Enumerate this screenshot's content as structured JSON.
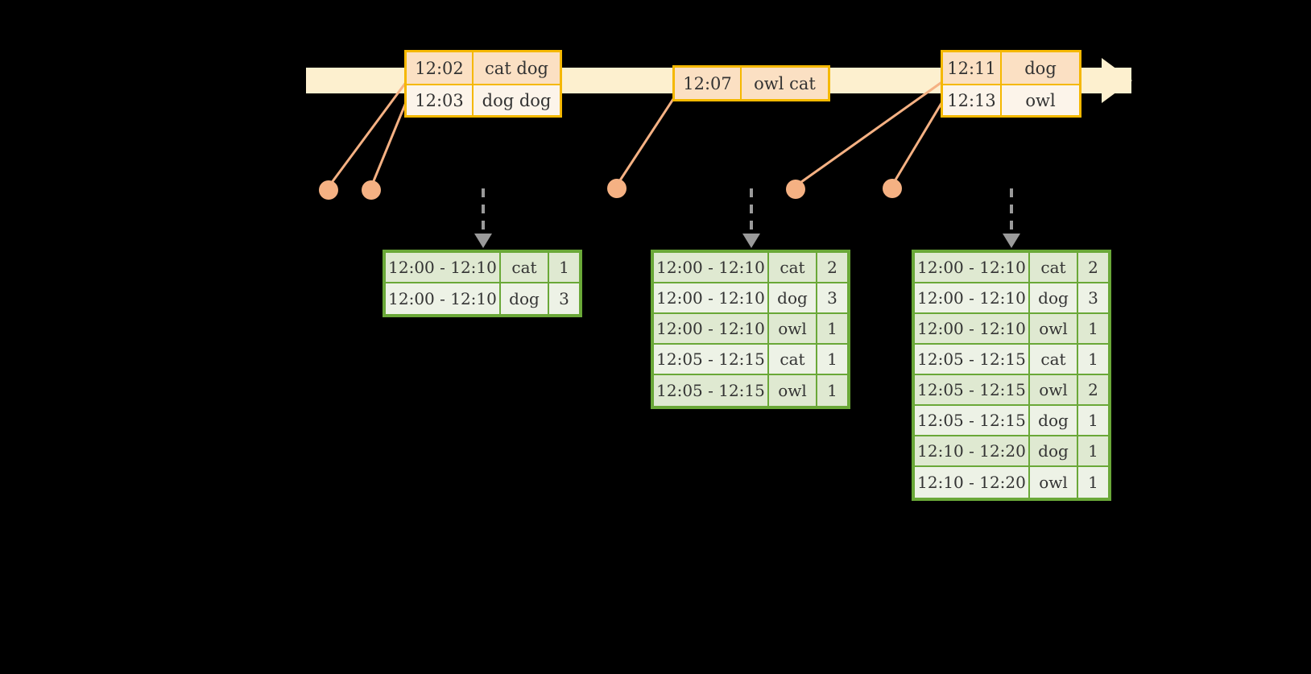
{
  "timeline": {
    "arrow_direction": "right",
    "events": [
      {
        "box_id": "event-box-1",
        "rows": [
          {
            "time": "12:02",
            "words": "cat dog"
          },
          {
            "time": "12:03",
            "words": "dog dog"
          }
        ]
      },
      {
        "box_id": "event-box-2",
        "rows": [
          {
            "time": "12:07",
            "words": "owl cat"
          }
        ]
      },
      {
        "box_id": "event-box-3",
        "rows": [
          {
            "time": "12:11",
            "words": "dog"
          },
          {
            "time": "12:13",
            "words": "owl"
          }
        ]
      }
    ]
  },
  "tables": [
    {
      "id": "table-1",
      "rows": [
        {
          "window": "12:00 - 12:10",
          "key": "cat",
          "count": "1"
        },
        {
          "window": "12:00 - 12:10",
          "key": "dog",
          "count": "3"
        }
      ]
    },
    {
      "id": "table-2",
      "rows": [
        {
          "window": "12:00 - 12:10",
          "key": "cat",
          "count": "2"
        },
        {
          "window": "12:00 - 12:10",
          "key": "dog",
          "count": "3"
        },
        {
          "window": "12:00 - 12:10",
          "key": "owl",
          "count": "1"
        },
        {
          "window": "12:05 - 12:15",
          "key": "cat",
          "count": "1"
        },
        {
          "window": "12:05 - 12:15",
          "key": "owl",
          "count": "1"
        }
      ]
    },
    {
      "id": "table-3",
      "rows": [
        {
          "window": "12:00 - 12:10",
          "key": "cat",
          "count": "2"
        },
        {
          "window": "12:00 - 12:10",
          "key": "dog",
          "count": "3"
        },
        {
          "window": "12:00 - 12:10",
          "key": "owl",
          "count": "1"
        },
        {
          "window": "12:05 - 12:15",
          "key": "cat",
          "count": "1"
        },
        {
          "window": "12:05 - 12:15",
          "key": "owl",
          "count": "2"
        },
        {
          "window": "12:05 - 12:15",
          "key": "dog",
          "count": "1"
        },
        {
          "window": "12:10 - 12:20",
          "key": "dog",
          "count": "1"
        },
        {
          "window": "12:10 - 12:20",
          "key": "owl",
          "count": "1"
        }
      ]
    }
  ],
  "colors": {
    "background": "#000000",
    "timeline_fill": "#fdf0cf",
    "event_border": "#f5b800",
    "event_fill": "#fbe0c3",
    "event_fill_alt": "#fcf4ea",
    "connector": "#f5b183",
    "table_border": "#6aa838",
    "table_fill": "#dfe9d1",
    "table_fill_alt": "#edf2e6",
    "arrow_gray": "#9a9a9a",
    "text": "#333333"
  }
}
